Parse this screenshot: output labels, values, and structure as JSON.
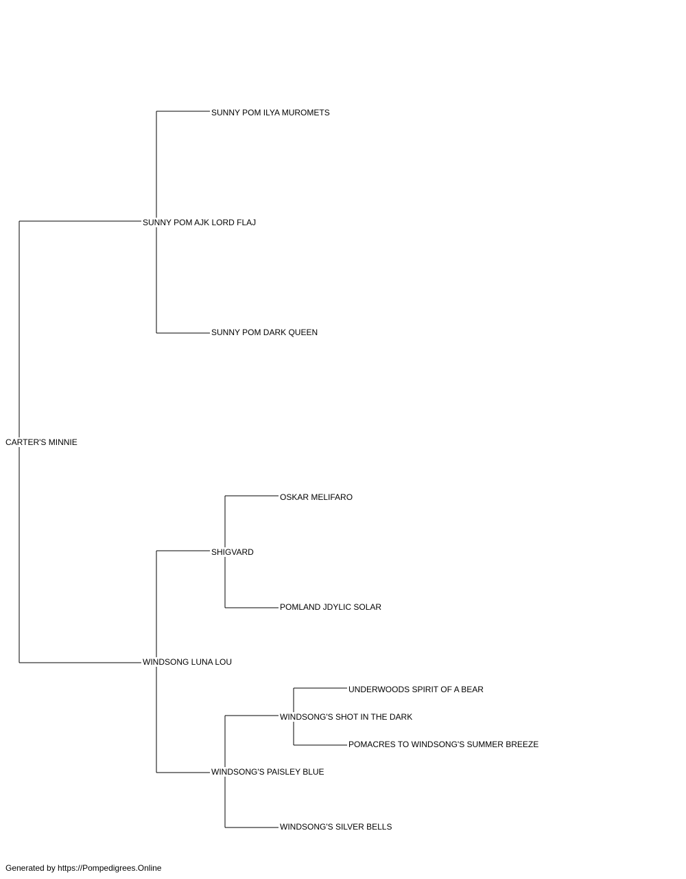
{
  "pedigree": {
    "subject": "CARTER'S MINNIE",
    "sire": "SUNNY POM AJK LORD FLAJ",
    "sire_sire": "SUNNY POM ILYA MUROMETS",
    "sire_dam": "SUNNY POM DARK QUEEN",
    "dam": "WINDSONG LUNA LOU",
    "dam_sire": "SHIGVARD",
    "dam_sire_sire": "OSKAR MELIFARO",
    "dam_sire_dam": "POMLAND JDYLIC SOLAR",
    "dam_dam": "WINDSONG'S PAISLEY BLUE",
    "dam_dam_sire": "WINDSONG'S SHOT IN THE DARK",
    "dam_dam_sire_sire": "UNDERWOODS SPIRIT OF A BEAR",
    "dam_dam_sire_dam": "POMACRES TO WINDSONG'S SUMMER BREEZE",
    "dam_dam_dam": "WINDSONG'S SILVER BELLS"
  },
  "footer": {
    "text": "Generated by https://Pompedigrees.Online"
  }
}
